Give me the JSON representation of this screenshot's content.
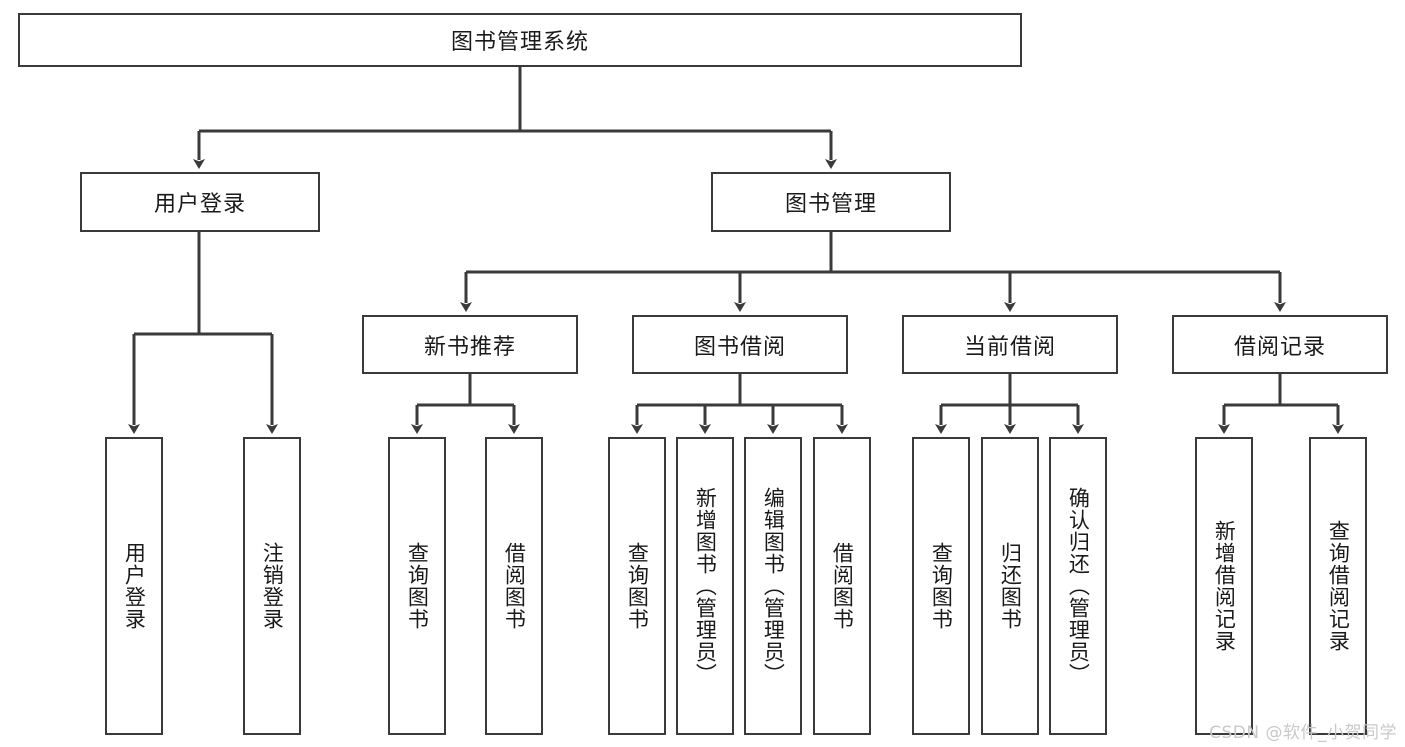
{
  "diagram": {
    "title": "图书管理系统",
    "type": "功能结构图",
    "root": {
      "label": "图书管理系统"
    },
    "level2": [
      {
        "label": "用户登录"
      },
      {
        "label": "图书管理"
      }
    ],
    "level3": [
      {
        "label": "新书推荐"
      },
      {
        "label": "图书借阅"
      },
      {
        "label": "当前借阅"
      },
      {
        "label": "借阅记录"
      }
    ],
    "leaves": {
      "user_login": [
        {
          "label": "用户登录"
        },
        {
          "label": "注销登录"
        }
      ],
      "new_book_recommend": [
        {
          "label": "查询图书"
        },
        {
          "label": "借阅图书"
        }
      ],
      "book_borrow": [
        {
          "label": "查询图书"
        },
        {
          "label": "新增图书（管理员）"
        },
        {
          "label": "编辑图书（管理员）"
        },
        {
          "label": "借阅图书"
        }
      ],
      "current_borrow": [
        {
          "label": "查询图书"
        },
        {
          "label": "归还图书"
        },
        {
          "label": "确认归还（管理员）"
        }
      ],
      "borrow_record": [
        {
          "label": "新增借阅记录"
        },
        {
          "label": "查询借阅记录"
        }
      ]
    },
    "watermark": "CSDN @软件_小贺同学",
    "colors": {
      "stroke": "#3a3a3a",
      "text": "#1a1a1a",
      "background": "#ffffff",
      "watermark": "#c9c9c9"
    }
  }
}
